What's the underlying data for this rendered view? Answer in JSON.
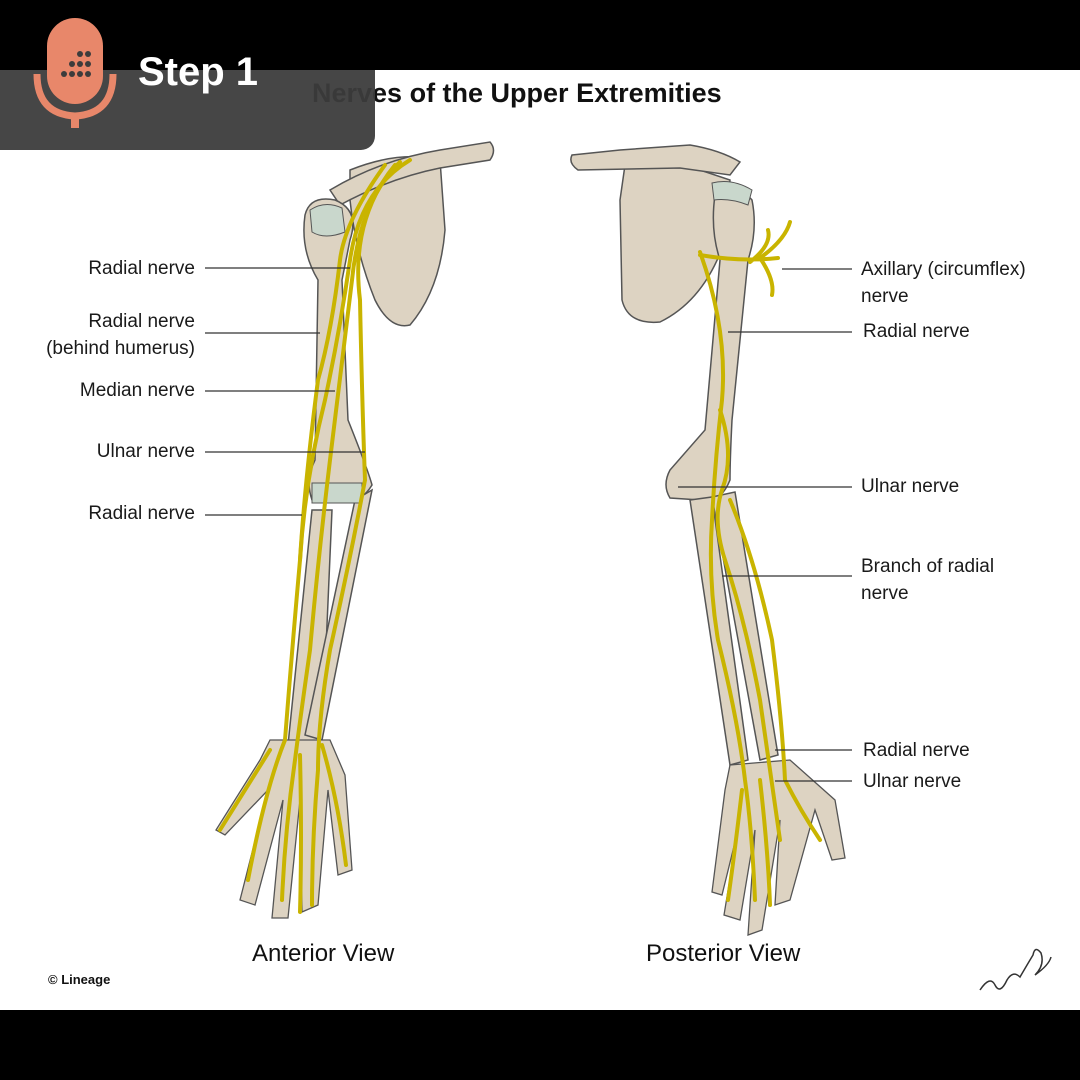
{
  "title": "Nerves of the Upper Extremities",
  "overlay": {
    "step_label": "Step 1",
    "icon": "microphone-icon",
    "icon_color": "#e8876a"
  },
  "views": {
    "anterior": "Anterior View",
    "posterior": "Posterior View"
  },
  "labels_left": [
    {
      "id": "radial-nerve-1",
      "lines": [
        "Radial nerve"
      ]
    },
    {
      "id": "radial-nerve-behind",
      "lines": [
        "Radial nerve",
        "(behind humerus)"
      ]
    },
    {
      "id": "median-nerve",
      "lines": [
        "Median nerve"
      ]
    },
    {
      "id": "ulnar-nerve",
      "lines": [
        "Ulnar nerve"
      ]
    },
    {
      "id": "radial-nerve-2",
      "lines": [
        "Radial nerve"
      ]
    }
  ],
  "labels_right": [
    {
      "id": "axillary-nerve",
      "lines": [
        "Axillary (circumflex)",
        "nerve"
      ]
    },
    {
      "id": "radial-nerve",
      "lines": [
        "Radial nerve"
      ]
    },
    {
      "id": "ulnar-nerve",
      "lines": [
        "Ulnar nerve"
      ]
    },
    {
      "id": "branch-radial",
      "lines": [
        "Branch of radial",
        "nerve"
      ]
    },
    {
      "id": "radial-nerve-wrist",
      "lines": [
        "Radial nerve"
      ]
    },
    {
      "id": "ulnar-nerve-wrist",
      "lines": [
        "Ulnar nerve"
      ]
    }
  ],
  "copyright": "© Lineage",
  "colors": {
    "bone": "#ddd3c2",
    "cartilage": "#c9d7cc",
    "nerve": "#c9b400",
    "outline": "#555555"
  }
}
